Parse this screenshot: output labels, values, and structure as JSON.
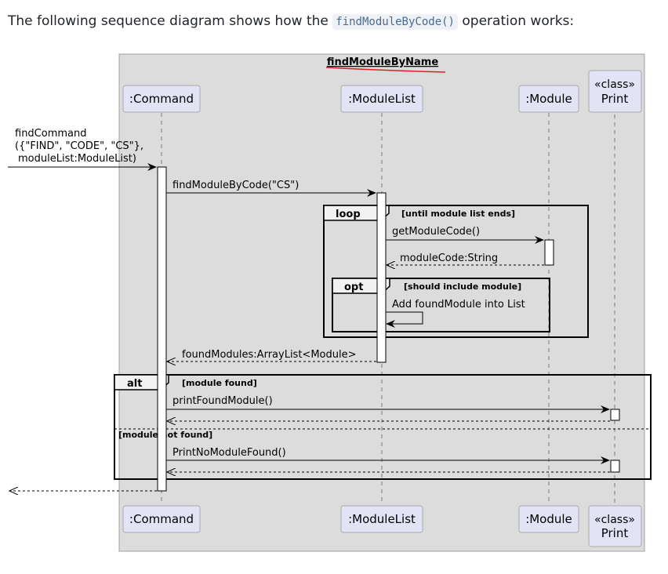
{
  "intro": {
    "before": "The following sequence diagram shows how the ",
    "code": "findModuleByCode()",
    "after": " operation works:"
  },
  "diagram": {
    "title": "findModuleByName",
    "participants": {
      "command": ":Command",
      "modulelist": ":ModuleList",
      "module": ":Module",
      "print_stereotype": "«class»",
      "print_name": "Print"
    },
    "messages": {
      "incoming_line1": "findCommand",
      "incoming_line2": "({\"FIND\", \"CODE\", \"CS\"},",
      "incoming_line3": "moduleList:ModuleList)",
      "find_by_code": "findModuleByCode(\"CS\")",
      "get_module_code": "getModuleCode()",
      "module_code_return": "moduleCode:String",
      "add_found_module": "Add foundModule into List",
      "found_modules_return": "foundModules:ArrayList<Module>",
      "print_found_module": "printFoundModule()",
      "print_no_module_found": "PrintNoModuleFound()"
    },
    "fragments": {
      "loop_label": "loop",
      "loop_guard": "[until module list ends]",
      "opt_label": "opt",
      "opt_guard": "[should include module]",
      "alt_label": "alt",
      "alt_guard": "[module found]",
      "alt_else_guard": "[module not found]"
    },
    "colors": {
      "frame_background": "#dcdcdc",
      "participant_fill": "#e3e3f6",
      "title_underline": "#e02020"
    }
  }
}
